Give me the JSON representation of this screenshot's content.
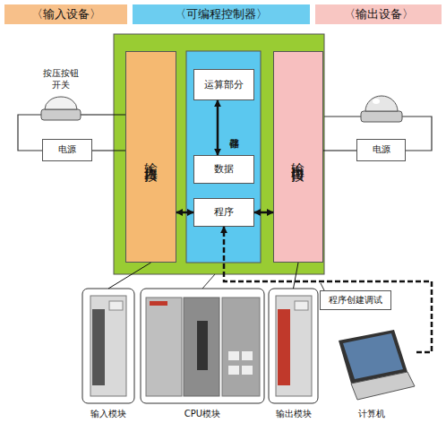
{
  "diagram": {
    "nodes": [
      {
        "text": [
          "〈输入设备〉"
        ]
      },
      {
        "text": [
          "〈可编程控制器〉"
        ]
      },
      {
        "text": [
          "〈输出设备〉"
        ]
      },
      {
        "text": [
          "输入接口"
        ]
      },
      {
        "text": [
          "运算部分"
        ]
      },
      {
        "text": [
          "数据"
        ]
      },
      {
        "text": [
          "程序"
        ]
      },
      {
        "text": [
          "输出接口"
        ]
      },
      {
        "text": [
          "按压按钮 开关"
        ]
      },
      {
        "text": [
          "电源"
        ]
      },
      {
        "text": [
          "电源"
        ]
      },
      {
        "text": [
          "程序创建调试"
        ]
      },
      {
        "text": [
          "输入模块"
        ]
      },
      {
        "text": [
          "CPU模块"
        ]
      },
      {
        "text": [
          "输出模块"
        ]
      },
      {
        "text": [
          "计算机"
        ]
      }
    ],
    "edges": [
      {
        "from": 3,
        "to": 6,
        "arrow": "both"
      },
      {
        "from": 6,
        "to": 7,
        "arrow": "both"
      },
      {
        "from": 4,
        "to": 5,
        "arrow": "both"
      },
      {
        "from": 8,
        "to": 3,
        "arrow": "none"
      },
      {
        "from": 9,
        "to": 3,
        "arrow": "none"
      },
      {
        "from": 10,
        "to": 7,
        "arrow": "none"
      },
      {
        "from": 15,
        "to": 6,
        "arrow": "to"
      },
      {
        "from": 12,
        "to": 3,
        "arrow": "none"
      },
      {
        "from": 14,
        "to": 7,
        "arrow": "none"
      }
    ],
    "labels": [
      "存储器"
    ]
  }
}
